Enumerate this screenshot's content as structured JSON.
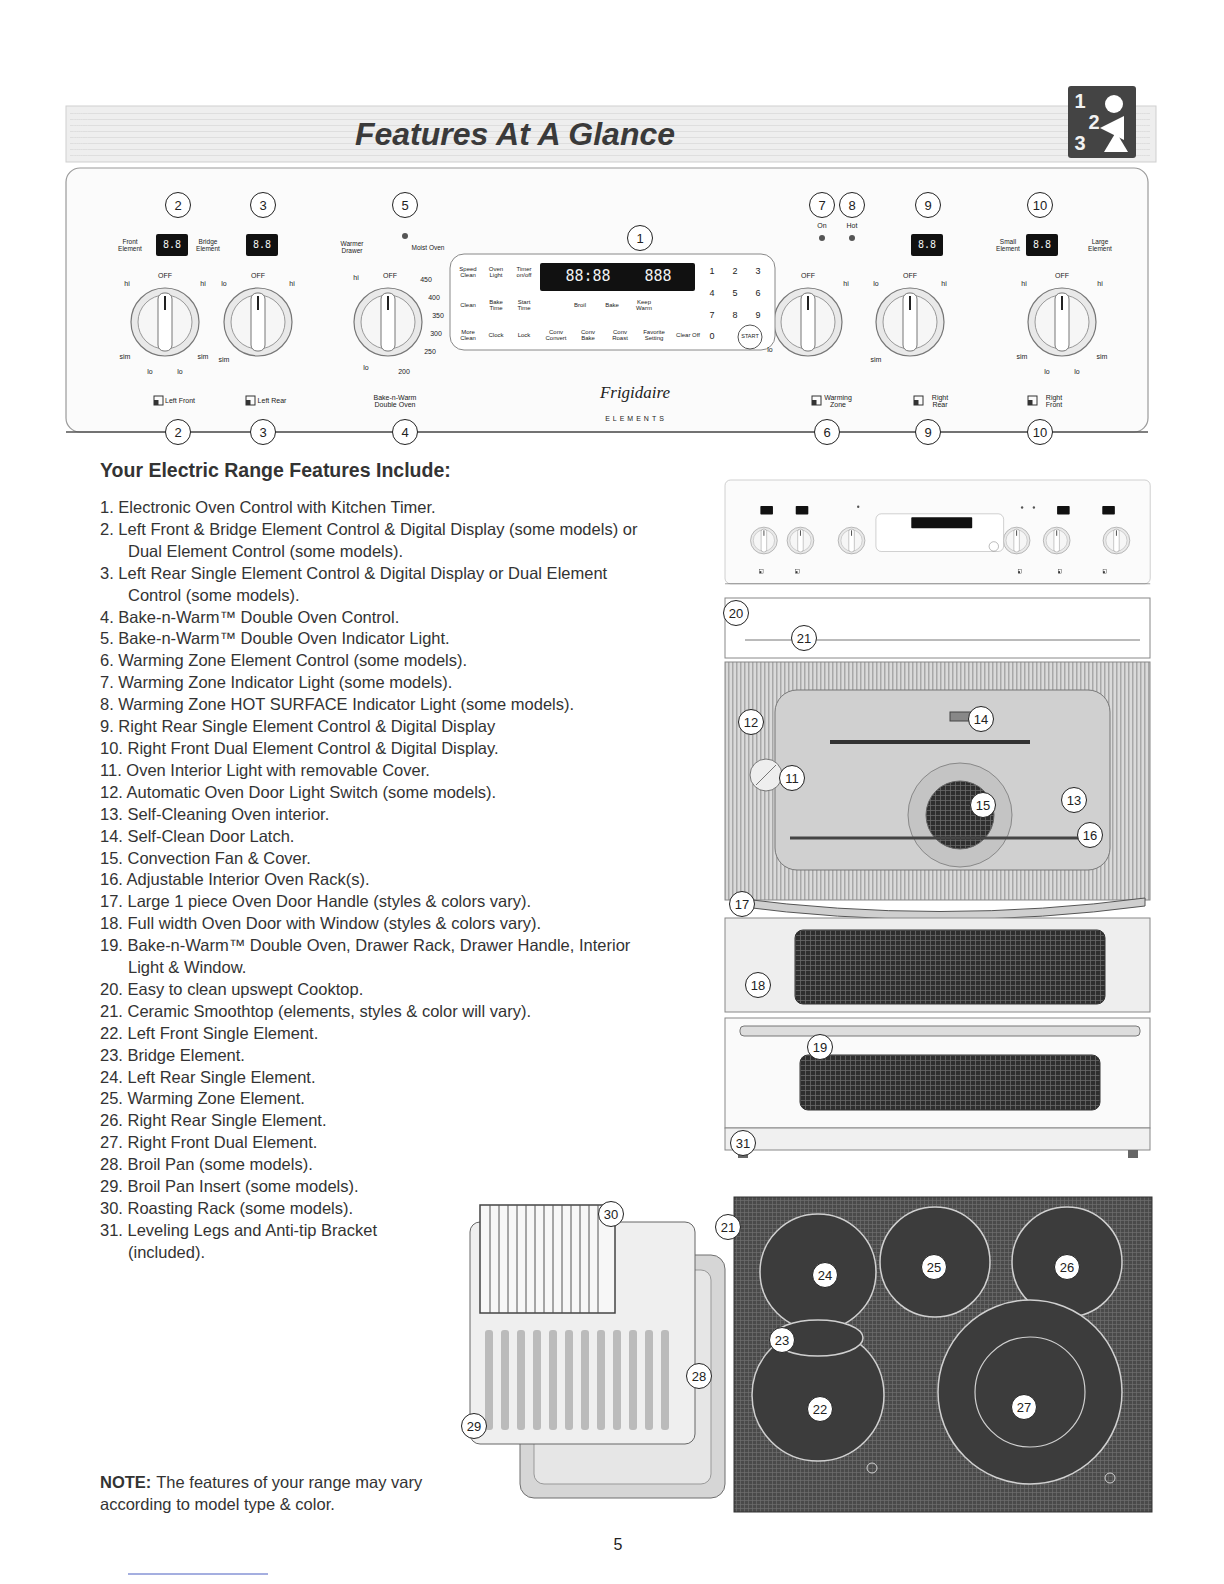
{
  "diagram": {
    "title": "Features At A Glance",
    "nodes": [
      {
        "text": [
          "2"
        ]
      },
      {
        "text": [
          "3"
        ]
      },
      {
        "text": [
          "5"
        ]
      },
      {
        "text": [
          "1"
        ]
      },
      {
        "text": [
          "7"
        ]
      },
      {
        "text": [
          "8"
        ]
      },
      {
        "text": [
          "9"
        ]
      },
      {
        "text": [
          "10"
        ]
      },
      {
        "text": [
          "2"
        ]
      },
      {
        "text": [
          "3"
        ]
      },
      {
        "text": [
          "4"
        ]
      },
      {
        "text": [
          "6"
        ]
      },
      {
        "text": [
          "9"
        ]
      },
      {
        "text": [
          "10"
        ]
      },
      {
        "text": [
          "20"
        ]
      },
      {
        "text": [
          "21"
        ]
      },
      {
        "text": [
          "12"
        ]
      },
      {
        "text": [
          "14"
        ]
      },
      {
        "text": [
          "11"
        ]
      },
      {
        "text": [
          "15"
        ]
      },
      {
        "text": [
          "13"
        ]
      },
      {
        "text": [
          "16"
        ]
      },
      {
        "text": [
          "17"
        ]
      },
      {
        "text": [
          "18"
        ]
      },
      {
        "text": [
          "19"
        ]
      },
      {
        "text": [
          "31"
        ]
      },
      {
        "text": [
          "30"
        ]
      },
      {
        "text": [
          "28"
        ]
      },
      {
        "text": [
          "29"
        ]
      },
      {
        "text": [
          "21"
        ]
      },
      {
        "text": [
          "24"
        ]
      },
      {
        "text": [
          "25"
        ]
      },
      {
        "text": [
          "26"
        ]
      },
      {
        "text": [
          "23"
        ]
      },
      {
        "text": [
          "22"
        ]
      },
      {
        "text": [
          "27"
        ]
      }
    ],
    "labels": [
      "1",
      "2",
      "3",
      "8.8",
      "8.8",
      "8.8",
      "8.8",
      "88:88",
      "888",
      "Front Element",
      "Bridge Element",
      "OFF",
      "hi",
      "hi",
      "sim",
      "sim",
      "lo",
      "lo",
      "OFF",
      "lo",
      "hi",
      "sim",
      "Warmer Drawer",
      "Moist Oven",
      "hi",
      "OFF",
      "450",
      "400",
      "350",
      "300",
      "250",
      "200",
      "lo",
      "On",
      "Hot",
      "OFF",
      "lo",
      "hi",
      "OFF",
      "lo",
      "hi",
      "sim",
      "Small Element",
      "Large Element",
      "OFF",
      "hi",
      "hi",
      "sim",
      "sim",
      "lo",
      "lo",
      "Left Front",
      "Left Rear",
      "Bake-n-Warm Double Oven",
      "Warming Zone",
      "Right Rear",
      "Right Front",
      "Frigidaire",
      "ELEMENTS",
      "Speed Clean",
      "Oven Light",
      "Timer on/off",
      "Clean",
      "Bake Time",
      "Start Time",
      "Broil",
      "Bake",
      "Keep Warm",
      "More Clean",
      "Clock",
      "Lock",
      "Conv Convert",
      "Conv Bake",
      "Conv Roast",
      "Favorite Setting",
      "Clear Off",
      "1",
      "2",
      "3",
      "4",
      "5",
      "6",
      "7",
      "8",
      "9",
      "0",
      "START",
      "Your Electric Range Features Include:",
      "1. Electronic Oven Control with Kitchen Timer.",
      "2. Left Front & Bridge Element Control & Digital Display (some models) or Dual Element Control (some models).",
      "3. Left Rear Single Element Control & Digital Display or Dual Element Control (some models).",
      "4. Bake-n-Warm™ Double Oven Control.",
      "5. Bake-n-Warm™ Double Oven Indicator Light.",
      "6. Warming Zone Element Control (some models).",
      "7. Warming Zone Indicator Light (some models).",
      "8. Warming Zone HOT SURFACE Indicator Light (some models).",
      "9. Right Rear Single Element Control & Digital Display",
      "10. Right Front Dual Element Control & Digital Display.",
      "11. Oven Interior Light with removable Cover.",
      "12. Automatic Oven Door Light Switch (some models).",
      "13. Self-Cleaning Oven interior.",
      "14. Self-Clean Door Latch.",
      "15. Convection Fan & Cover.",
      "16. Adjustable Interior Oven Rack(s).",
      "17. Large 1 piece Oven Door Handle (styles & colors vary).",
      "18. Full width Oven Door with Window (styles & colors vary).",
      "19. Bake-n-Warm™ Double Oven, Drawer Rack, Drawer Handle, Interior Light & Window.",
      "20. Easy to clean upswept Cooktop.",
      "21. Ceramic Smoothtop (elements, styles & color will vary).",
      "22. Left Front Single Element.",
      "23. Bridge Element.",
      "24. Left Rear Single Element.",
      "25. Warming Zone Element.",
      "26. Right Rear Single Element.",
      "27. Right Front Dual Element.",
      "28. Broil Pan (some models).",
      "29. Broil Pan Insert (some models).",
      "30. Roasting Rack (some models).",
      "31. Leveling Legs and Anti-tip Bracket (included).",
      "NOTE:",
      "The features of your range may vary according to model type & color.",
      "5"
    ]
  }
}
